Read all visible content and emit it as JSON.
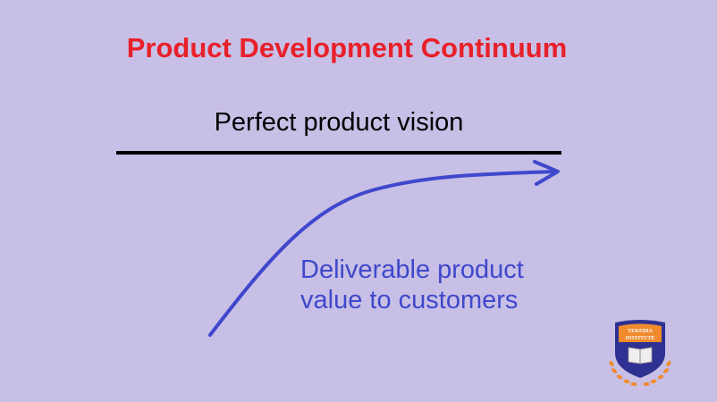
{
  "title": "Product Development Continuum",
  "vision_label": "Perfect product vision",
  "deliverable_label": {
    "line1": "Deliverable product",
    "line2": "value to customers"
  },
  "logo": {
    "line1": "TEKEDIA",
    "line2": "INSTITUTE"
  },
  "colors": {
    "background": "#c8bfe6",
    "title": "#e8202a",
    "curve": "#3f48cc",
    "logo_shield": "#2e3192",
    "logo_accent": "#f08a2c"
  }
}
